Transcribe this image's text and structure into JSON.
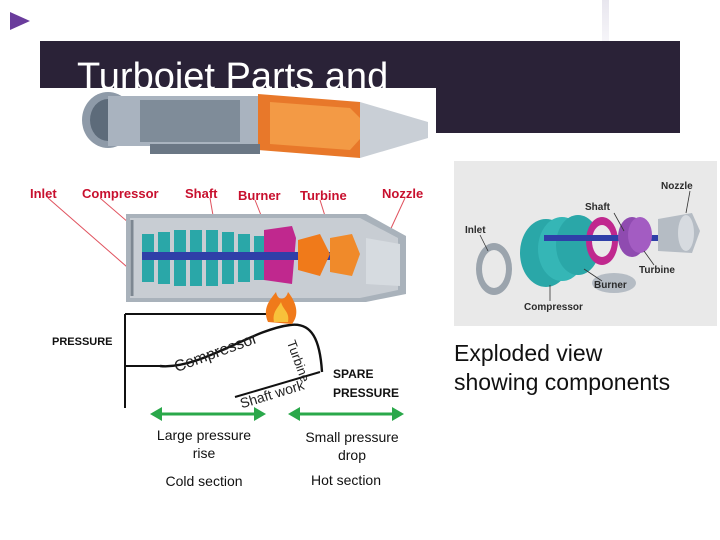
{
  "slide": {
    "title": "Turbojet Parts and",
    "caption_line1": "Exploded view",
    "caption_line2": "showing components"
  },
  "cutaway": {
    "labels": {
      "inlet": "Inlet",
      "compressor": "Compressor",
      "shaft": "Shaft",
      "burner": "Burner",
      "turbine": "Turbine",
      "nozzle": "Nozzle"
    }
  },
  "exploded": {
    "labels": {
      "nozzle": "Nozzle",
      "shaft": "Shaft",
      "inlet": "Inlet",
      "turbine": "Turbine",
      "burner": "Burner",
      "compressor": "Compressor"
    }
  },
  "pressure_diagram": {
    "axis_label": "PRESSURE",
    "compressor_curve_label": "Compressor",
    "turbine_curve_label": "Turbine",
    "shaft_work_label": "Shaft work",
    "spare_pressure_line1": "SPARE",
    "spare_pressure_line2": "PRESSURE",
    "large_rise_line1": "Large pressure",
    "large_rise_line2": "rise",
    "small_drop_line1": "Small pressure",
    "small_drop_line2": "drop",
    "cold_section": "Cold section",
    "hot_section": "Hot section"
  },
  "colors": {
    "title_bar": "#2a2237",
    "accent": "#6a3c9c",
    "engine_label": "#c8102e",
    "arrow_green": "#2aa84a",
    "casing_teal": "#2aa7a8",
    "combustor_magenta": "#c0288e",
    "flame_orange": "#f07a1a",
    "shaft_blue": "#2f3fa8"
  }
}
